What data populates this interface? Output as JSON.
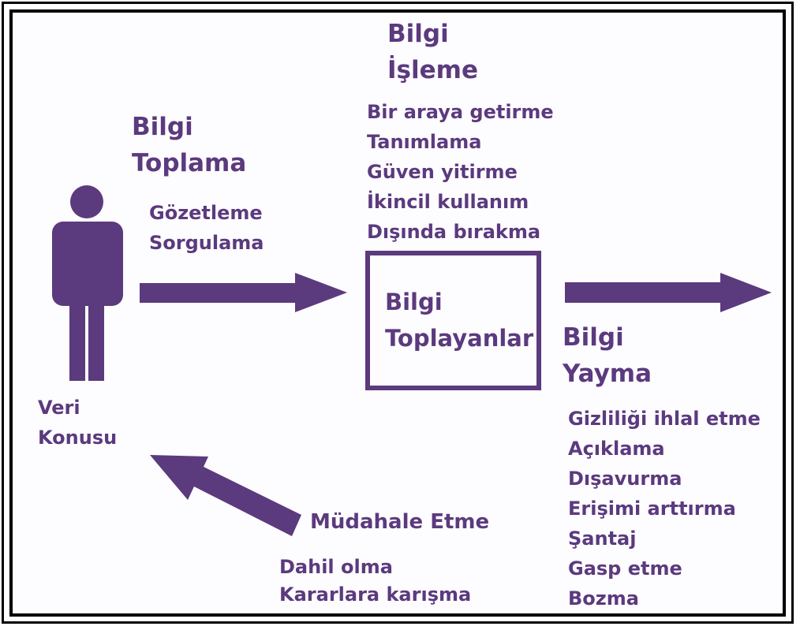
{
  "colors": {
    "primary": "#5b3a7e",
    "border": "#000000",
    "background": "#ffffff"
  },
  "icons": {
    "person": "person-icon"
  },
  "subject": {
    "line1": "Veri",
    "line2": "Konusu"
  },
  "collection": {
    "heading1": "Bilgi",
    "heading2": "Toplama",
    "items": [
      "Gözetleme",
      "Sorgulama"
    ]
  },
  "processing": {
    "heading1": "Bilgi",
    "heading2": "İşleme",
    "items": [
      "Bir araya getirme",
      "Tanımlama",
      "Güven yitirme",
      "İkincil kullanım",
      "Dışında bırakma"
    ]
  },
  "holders": {
    "line1": "Bilgi",
    "line2": "Toplayanlar"
  },
  "dissemination": {
    "heading1": "Bilgi",
    "heading2": "Yayma",
    "items": [
      "Gizliliği ihlal etme",
      "Açıklama",
      "Dışavurma",
      "Erişimi arttırma",
      "Şantaj",
      "Gasp etme",
      "Bozma"
    ]
  },
  "invasion": {
    "heading": "Müdahale Etme",
    "items": [
      "Dahil olma",
      "Kararlara karışma"
    ]
  }
}
